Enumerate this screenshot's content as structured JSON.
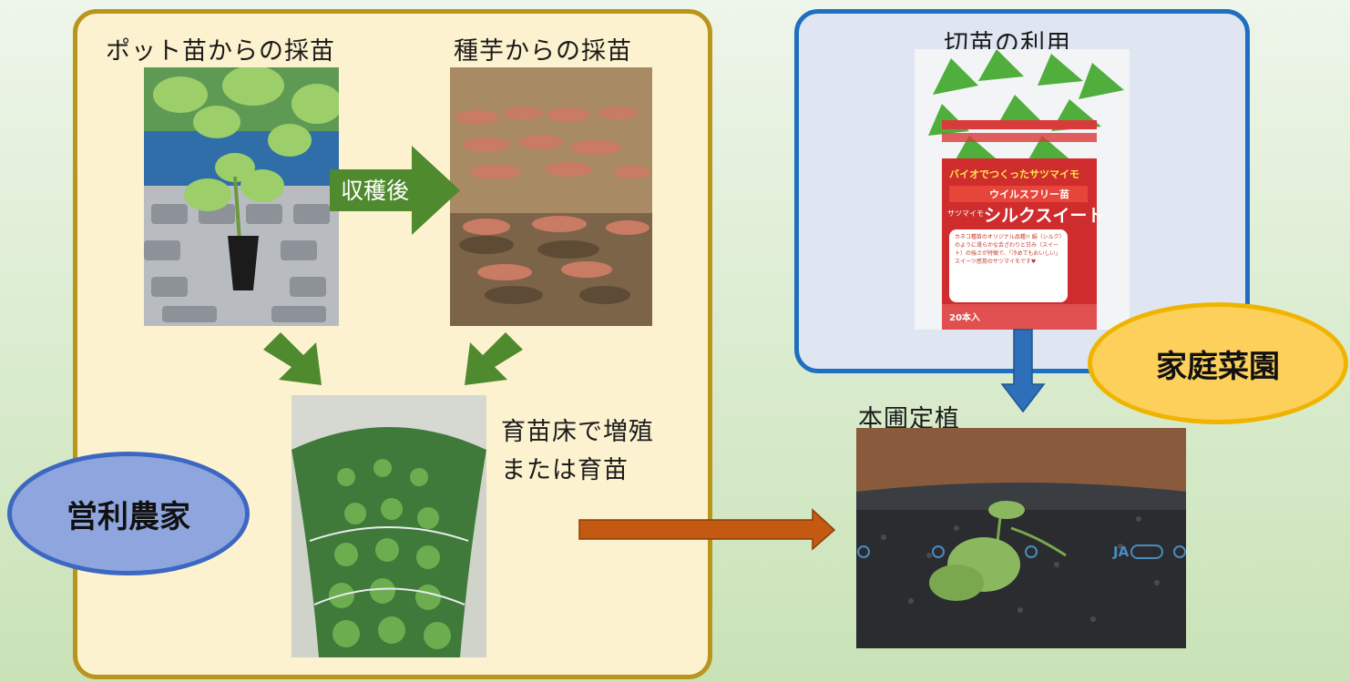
{
  "farm_section": {
    "pot_label": "ポット苗からの採苗",
    "tuber_label": "種芋からの採苗",
    "harvest_arrow_label": "収穫後",
    "nursery_label_1": "育苗床で増殖",
    "nursery_label_2": "または育苗",
    "badge": "営利農家"
  },
  "home_section": {
    "title": "切苗の利用",
    "badge": "家庭菜園",
    "package": {
      "tagline": "バイオでつくったサツマイモ",
      "banner": "ウイルスフリー苗",
      "variety_prefix": "サツマイモ",
      "variety": "シルクスイート",
      "count": "20本入",
      "desc": "カネコ種苗のオリジナル品種!! 絹（シルク）のように滑らかな舌ざわりと甘み（スイート）の強さが特徴で、「冷めてもおいしい」スイーツ感覚のサツマイモです♥"
    }
  },
  "field": {
    "title": "本圃定植",
    "mulch_marking": "JA"
  },
  "colors": {
    "farm_border": "#b8951c",
    "home_border": "#1e6fbf",
    "green_arrow": "#4f8a2e",
    "blue_arrow": "#2d6fb8",
    "orange_arrow": "#c45a12"
  }
}
